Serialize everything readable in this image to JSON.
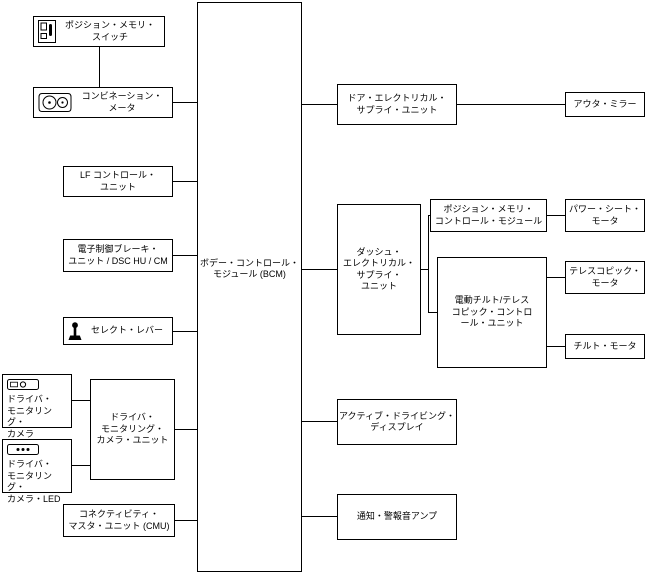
{
  "window": {
    "background_color": "#ffffff",
    "line_color": "#000000",
    "box_border_color": "#000000",
    "box_fill_color": "#ffffff",
    "text_color": "#000000"
  },
  "diagram": {
    "type": "block-diagram",
    "nodes": {
      "position_memory_switch": {
        "label": "ポジション・メモリ・\nスイッチ",
        "icon": "position-memory-switch-icon"
      },
      "combination_meter": {
        "label": "コンビネーション・\nメータ",
        "icon": "combination-meter-icon"
      },
      "lf_control_unit": {
        "label": "LF コントロール・\nユニット"
      },
      "brake_unit": {
        "label": "電子制御ブレーキ・\nユニット / DSC HU / CM"
      },
      "select_lever": {
        "label": "セレクト・レバー",
        "icon": "select-lever-icon"
      },
      "driver_monitoring_camera": {
        "label": "ドライバ・\nモニタリング・\nカメラ",
        "icon": "driver-monitoring-camera-icon"
      },
      "driver_monitoring_camera_led": {
        "label": "ドライバ・\nモニタリング・\nカメラ・LED",
        "icon": "driver-monitoring-camera-led-icon"
      },
      "driver_monitoring_camera_unit": {
        "label": "ドライバ・\nモニタリング・\nカメラ・ユニット"
      },
      "connectivity_master_unit": {
        "label": "コネクティビティ・\nマスタ・ユニット (CMU)"
      },
      "bcm": {
        "label": "ボデー・コントロール・\nモジュール (BCM)"
      },
      "door_electrical_supply_unit": {
        "label": "ドア・エレクトリカル・\nサプライ・ユニット"
      },
      "outer_mirror": {
        "label": "アウタ・ミラー"
      },
      "dash_electrical_supply_unit": {
        "label": "ダッシュ・\nエレクトリカル・\nサプライ・\nユニット"
      },
      "position_memory_control_module": {
        "label": "ポジション・メモリ・\nコントロール・モジュール"
      },
      "power_seat_motor": {
        "label": "パワー・シート・\nモータ"
      },
      "tilt_telescopic_control_unit": {
        "label": "電動チルト/テレス\nコピック・コントロ\nール・ユニット"
      },
      "telescopic_motor": {
        "label": "テレスコピック・\nモータ"
      },
      "tilt_motor": {
        "label": "チルト・モータ"
      },
      "active_driving_display": {
        "label": "アクティブ・ドライビング・\nディスプレイ"
      },
      "notification_alarm_amp": {
        "label": "通知・警報音アンプ"
      }
    },
    "icons": [
      "position-memory-switch-icon",
      "combination-meter-icon",
      "select-lever-icon",
      "driver-monitoring-camera-icon",
      "driver-monitoring-camera-led-icon"
    ],
    "edges": [
      [
        "position_memory_switch",
        "combination_meter"
      ],
      [
        "combination_meter",
        "bcm"
      ],
      [
        "lf_control_unit",
        "bcm"
      ],
      [
        "brake_unit",
        "bcm"
      ],
      [
        "select_lever",
        "bcm"
      ],
      [
        "driver_monitoring_camera",
        "driver_monitoring_camera_unit"
      ],
      [
        "driver_monitoring_camera_led",
        "driver_monitoring_camera_unit"
      ],
      [
        "driver_monitoring_camera_unit",
        "bcm"
      ],
      [
        "connectivity_master_unit",
        "bcm"
      ],
      [
        "bcm",
        "door_electrical_supply_unit"
      ],
      [
        "door_electrical_supply_unit",
        "outer_mirror"
      ],
      [
        "bcm",
        "dash_electrical_supply_unit"
      ],
      [
        "dash_electrical_supply_unit",
        "position_memory_control_module"
      ],
      [
        "dash_electrical_supply_unit",
        "tilt_telescopic_control_unit"
      ],
      [
        "position_memory_control_module",
        "power_seat_motor"
      ],
      [
        "tilt_telescopic_control_unit",
        "telescopic_motor"
      ],
      [
        "tilt_telescopic_control_unit",
        "tilt_motor"
      ],
      [
        "bcm",
        "active_driving_display"
      ],
      [
        "bcm",
        "notification_alarm_amp"
      ]
    ]
  }
}
